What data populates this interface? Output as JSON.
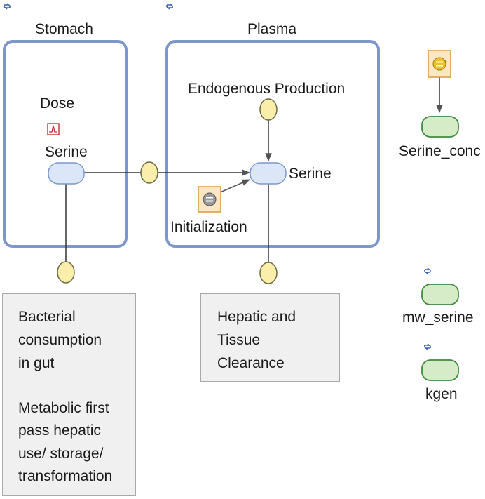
{
  "compartments": {
    "stomach": {
      "label": "Stomach"
    },
    "plasma": {
      "label": "Plasma"
    }
  },
  "stomach": {
    "dose_label": "Dose",
    "serine_label": "Serine"
  },
  "plasma": {
    "endogenous_label": "Endogenous Production",
    "serine_label": "Serine",
    "initialization_label": "Initialization"
  },
  "parameters": {
    "serine_conc": "Serine_conc",
    "mw_serine": "mw_serine",
    "kgen": "kgen"
  },
  "notes": {
    "bacterial": [
      "Bacterial",
      "consumption",
      "in gut",
      "",
      "Metabolic first",
      "pass  hepatic",
      "use/ storage/",
      "transformation"
    ],
    "hepatic": [
      "Hepatic and",
      "Tissue",
      "Clearance"
    ]
  },
  "colors": {
    "compartment_border": "#7d97c9",
    "species_fill": "#dbe6f7",
    "species_border": "#7d97c9",
    "reaction_fill": "#fbeeab",
    "reaction_border": "#6b6b45",
    "parameter_fill": "#d6ebc7",
    "parameter_border": "#3f8a3f",
    "rule_fill": "#fde6c2",
    "rule_border": "#d99a40",
    "link_icon": "#3d61b8"
  }
}
